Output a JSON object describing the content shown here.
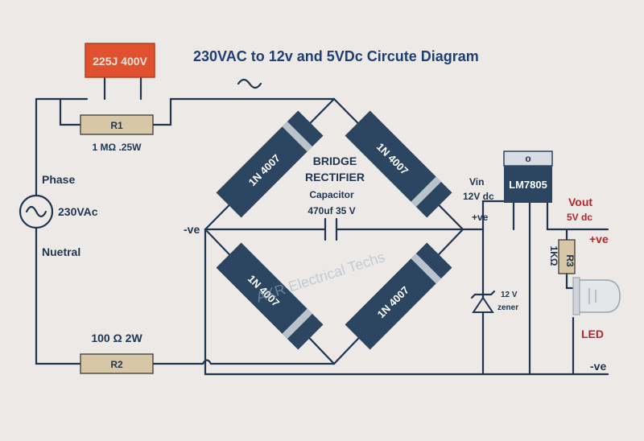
{
  "title": "230VAC to 12v and 5VDc Circute Diagram",
  "capacitor_c1": "225J 400V",
  "r1_label": "R1",
  "r1_value": "1 MΩ .25W",
  "r2_label": "R2",
  "r2_value": "100 Ω 2W",
  "r3_label": "R3",
  "r3_value": "1KΩ",
  "source": {
    "phase": "Phase",
    "voltage": "230VAc",
    "neutral": "Nuetral"
  },
  "bridge": {
    "line1": "BRIDGE",
    "line2": "RECTIFIER"
  },
  "diodes": [
    "1N 4007",
    "1N 4007",
    "1N 4007",
    "1N 4007"
  ],
  "filter_cap": {
    "line1": "Capacitor",
    "line2": "470uf 35 V"
  },
  "neg_label": "-ve",
  "vin": {
    "line1": "Vin",
    "line2": "12V dc",
    "pos": "+ve"
  },
  "regulator": {
    "name": "LM7805",
    "pin": "o"
  },
  "vout": {
    "line1": "Vout",
    "line2": "5V dc",
    "pos": "+ve"
  },
  "zener": {
    "line1": "12 V",
    "line2": "zener"
  },
  "led_label": "LED",
  "ground_label": "-ve",
  "watermark": "AKR Electrical Techs",
  "colors": {
    "wire": "#1f3550",
    "diode_body": "#2c4560",
    "diode_band": "#b9c3cc",
    "resistor": "#d8c7a6",
    "capacitor_c1": "#e0522f",
    "regulator": "#2c4560",
    "red_text": "#b8252a",
    "title": "#1f3f73"
  }
}
